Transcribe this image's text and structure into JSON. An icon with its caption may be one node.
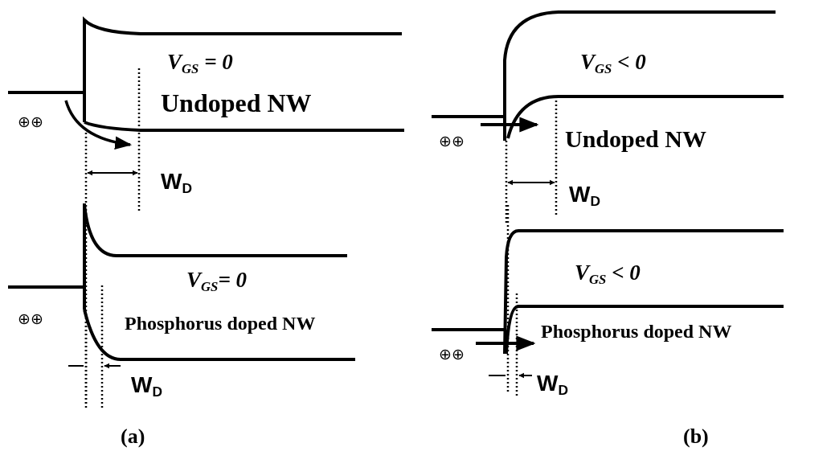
{
  "diagram": {
    "labels": [
      "V$_{GS}$ = 0",
      "Undoped NW",
      "⊕⊕",
      "W$_{D}$",
      "V$_{GS}$= 0",
      "⊕⊕",
      "Phosphorus doped NW",
      "W$_{D}$",
      "V$_{GS}$ < 0",
      "⊕⊕",
      "Undoped NW",
      "W$_{D}$",
      "V$_{GS}$ < 0",
      "Phosphorus doped NW",
      "⊕⊕",
      "W$_{D}$",
      "(a)",
      "(b)"
    ]
  }
}
